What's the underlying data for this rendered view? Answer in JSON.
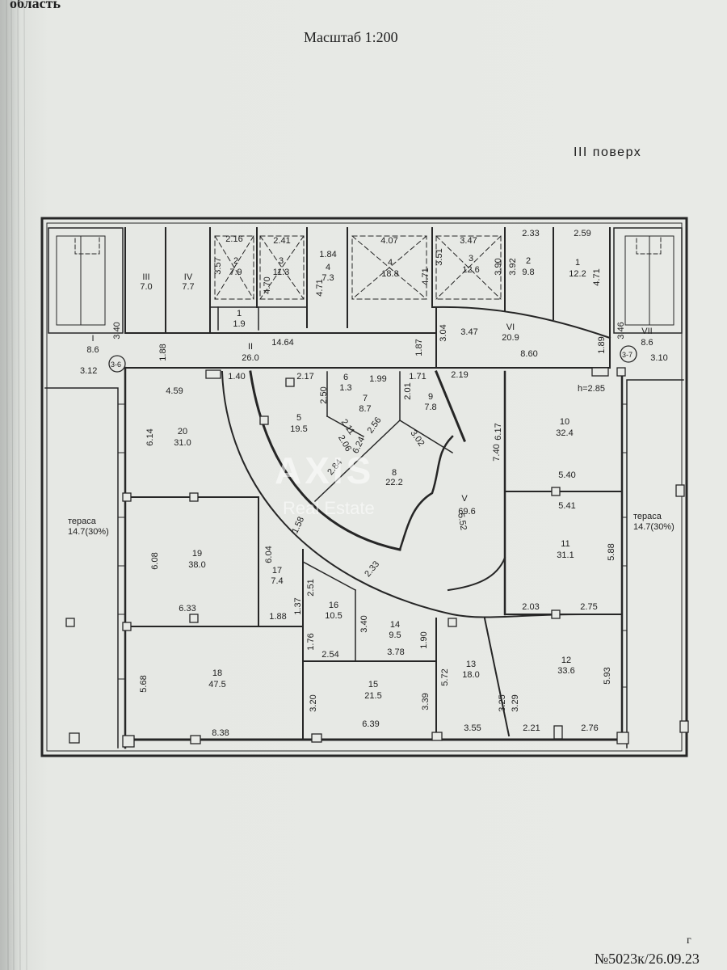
{
  "header": {
    "region_fragment": "область",
    "scale": "Масштаб 1:200",
    "floor": "III поверх"
  },
  "watermark": {
    "logo": "AXIS",
    "sub": "Real Estate"
  },
  "footer": {
    "doc_number": "№5023к/26.09.23",
    "mark": "г"
  },
  "ceiling_height": "h=2.85",
  "axes": {
    "left": "3-6",
    "right": "3-7"
  },
  "terraces": [
    {
      "title": "тераса",
      "area": "14.7(30%)"
    },
    {
      "title": "тераса",
      "area": "14.7(30%)"
    }
  ],
  "rooms": [
    {
      "id": "I",
      "area": "8.6"
    },
    {
      "id": "II",
      "area": "26.0"
    },
    {
      "id": "III",
      "area": "7.0"
    },
    {
      "id": "IV",
      "area": "7.7"
    },
    {
      "id": "V",
      "area": "69.6"
    },
    {
      "id": "VI",
      "area": "20.9"
    },
    {
      "id": "VII",
      "area": "8.6"
    },
    {
      "id": "1",
      "area": "1.9"
    },
    {
      "id": "2",
      "area": "7.9"
    },
    {
      "id": "3",
      "area": "11.3"
    },
    {
      "id": "4",
      "area": "7.3"
    },
    {
      "id": "4",
      "area": "18.8"
    },
    {
      "id": "3",
      "area": "12.6"
    },
    {
      "id": "2",
      "area": "9.8"
    },
    {
      "id": "1",
      "area": "12.2"
    },
    {
      "id": "5",
      "area": "19.5"
    },
    {
      "id": "6",
      "area": "1.3"
    },
    {
      "id": "7",
      "area": "8.7"
    },
    {
      "id": "8",
      "area": "22.2"
    },
    {
      "id": "9",
      "area": "7.8"
    },
    {
      "id": "10",
      "area": "32.4"
    },
    {
      "id": "11",
      "area": "31.1"
    },
    {
      "id": "12",
      "area": "33.6"
    },
    {
      "id": "13",
      "area": "18.0"
    },
    {
      "id": "14",
      "area": "9.5"
    },
    {
      "id": "15",
      "area": "21.5"
    },
    {
      "id": "16",
      "area": "10.5"
    },
    {
      "id": "17",
      "area": "7.4"
    },
    {
      "id": "18",
      "area": "47.5"
    },
    {
      "id": "19",
      "area": "38.0"
    },
    {
      "id": "20",
      "area": "31.0"
    }
  ],
  "dimensions": [
    "3.40",
    "1.88",
    "3.12",
    "14.64",
    "1.87",
    "3.04",
    "3.47",
    "8.60",
    "1.89",
    "3.46",
    "3.10",
    "2.16",
    "3.57",
    "2.41",
    "4.70",
    "1.84",
    "4.71",
    "4.07",
    "4.71",
    "3.47",
    "3.51",
    "3.90",
    "2.33",
    "3.92",
    "2.59",
    "4.71",
    "1.40",
    "2.17",
    "2.50",
    "1.99",
    "1.71",
    "2.01",
    "2.19",
    "4.59",
    "6.14",
    "2.11",
    "2.56",
    "2.06",
    "3.02",
    "2.84",
    "6.24",
    "6.17",
    "7.40",
    "5.40",
    "5.41",
    "1.58",
    "5.52",
    "5.88",
    "6.08",
    "6.04",
    "6.33",
    "2.33",
    "2.51",
    "1.37",
    "1.88",
    "2.03",
    "2.75",
    "3.40",
    "1.90",
    "1.76",
    "2.54",
    "3.78",
    "5.68",
    "5.72",
    "5.93",
    "3.25",
    "3.29",
    "3.20",
    "3.39",
    "8.38",
    "6.39",
    "3.55",
    "2.21",
    "2.76"
  ]
}
